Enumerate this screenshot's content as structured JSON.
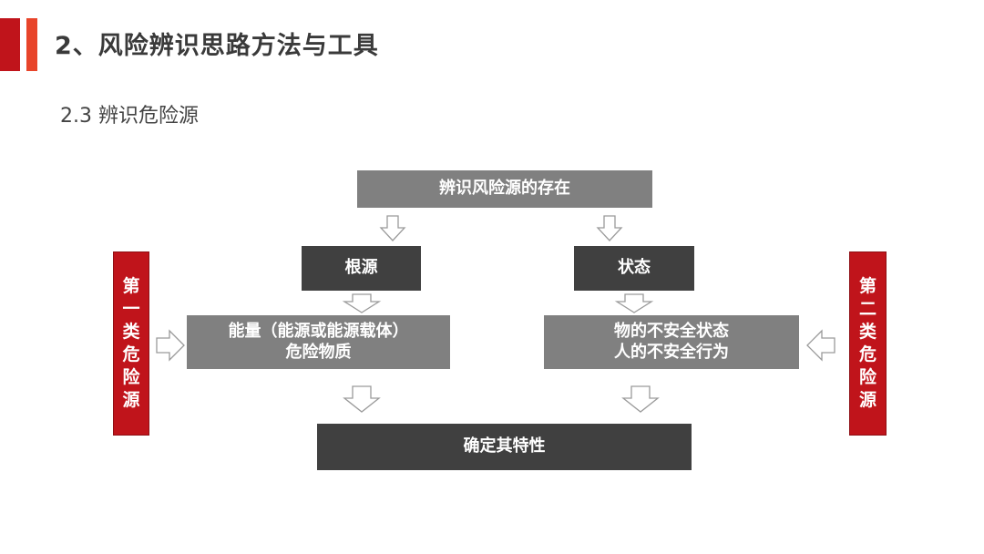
{
  "header": {
    "title": "2、风险辨识思路方法与工具",
    "subtitle": "2.3 辨识危险源"
  },
  "diagram": {
    "top_box": "辨识风险源的存在",
    "left_mid": "根源",
    "right_mid": "状态",
    "left_detail": {
      "line1": "能量（能源或能源载体）",
      "line2": "危险物质"
    },
    "right_detail": {
      "line1": "物的不安全状态",
      "line2": "人的不安全行为"
    },
    "bottom_box": "确定其特性",
    "side_left": "第一类危险源",
    "side_right": "第二类危险源"
  },
  "colors": {
    "accent_red": "#c0141b",
    "accent_orange": "#e8442a",
    "box_gray": "#808080",
    "box_dark": "#404040"
  }
}
